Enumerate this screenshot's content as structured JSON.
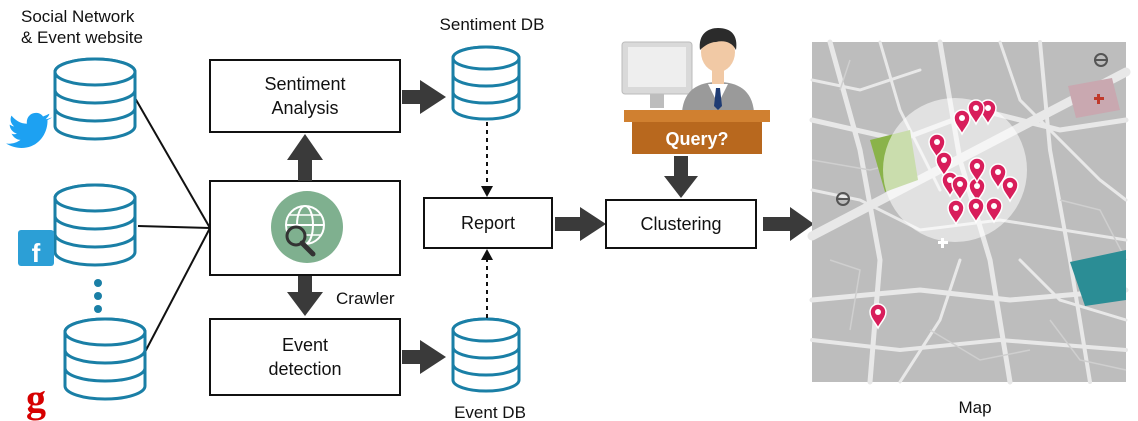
{
  "sources": {
    "title": "Social Network\n& Event website",
    "ellipsis": "⋮",
    "twitter_icon": "twitter-bird-icon",
    "facebook_icon": "facebook-icon",
    "facebook_letter": "f",
    "google_letter": "g"
  },
  "crawler": {
    "label": "Crawler",
    "icon": "globe-search-icon"
  },
  "sentiment_analysis": {
    "label": "Sentiment\nAnalysis"
  },
  "event_detection": {
    "label": "Event\ndetection"
  },
  "sentiment_db": {
    "label": "Sentiment DB"
  },
  "event_db": {
    "label": "Event DB"
  },
  "report": {
    "label": "Report"
  },
  "clustering": {
    "label": "Clustering"
  },
  "query": {
    "label": "Query?",
    "icon": "user-at-computer-icon"
  },
  "map": {
    "label": "Map",
    "icon": "map-pin-icon"
  },
  "colors": {
    "db_outline": "#1a7fa6",
    "arrow": "#3a3a3a",
    "globe_bg": "#7fb08f",
    "podium": "#b8681e",
    "pin": "#d81e5b",
    "google": "#d60000",
    "facebook": "#2c9fd6",
    "twitter": "#1da1f2"
  }
}
